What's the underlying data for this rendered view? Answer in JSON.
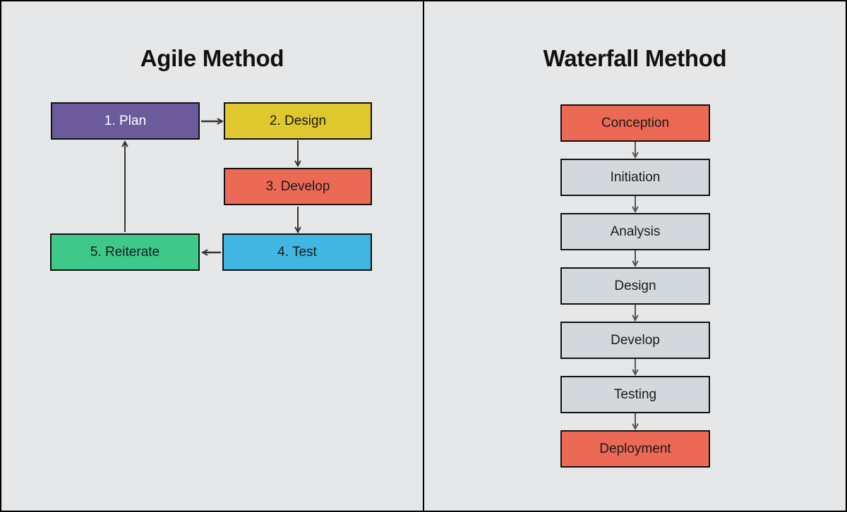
{
  "agile": {
    "title": "Agile Method",
    "nodes": [
      {
        "id": "plan",
        "label": "1. Plan",
        "bg": "#6B5B9D",
        "fg": "#FFFFFF"
      },
      {
        "id": "design",
        "label": "2. Design",
        "bg": "#DFC82D",
        "fg": "#1A1A1A"
      },
      {
        "id": "develop",
        "label": "3. Develop",
        "bg": "#EC6A55",
        "fg": "#1A1A1A"
      },
      {
        "id": "test",
        "label": "4. Test",
        "bg": "#41B6E3",
        "fg": "#1A1A1A"
      },
      {
        "id": "reiterate",
        "label": "5. Reiterate",
        "bg": "#3EC98A",
        "fg": "#1A1A1A"
      }
    ],
    "edges": [
      [
        "1. Plan",
        "2. Design"
      ],
      [
        "2. Design",
        "3. Develop"
      ],
      [
        "3. Develop",
        "4. Test"
      ],
      [
        "4. Test",
        "5. Reiterate"
      ],
      [
        "5. Reiterate",
        "1. Plan"
      ]
    ],
    "arrow_color": "#333333"
  },
  "waterfall": {
    "title": "Waterfall Method",
    "nodes": [
      {
        "id": "conception",
        "label": "Conception",
        "bg": "#EC6A55",
        "fg": "#1A1A1A"
      },
      {
        "id": "initiation",
        "label": "Initiation",
        "bg": "#D3D8DC",
        "fg": "#1A1A1A"
      },
      {
        "id": "analysis",
        "label": "Analysis",
        "bg": "#D3D8DC",
        "fg": "#1A1A1A"
      },
      {
        "id": "design",
        "label": "Design",
        "bg": "#D3D8DC",
        "fg": "#1A1A1A"
      },
      {
        "id": "develop",
        "label": "Develop",
        "bg": "#D3D8DC",
        "fg": "#1A1A1A"
      },
      {
        "id": "testing",
        "label": "Testing",
        "bg": "#D3D8DC",
        "fg": "#1A1A1A"
      },
      {
        "id": "deployment",
        "label": "Deployment",
        "bg": "#EC6A55",
        "fg": "#1A1A1A"
      }
    ],
    "edges": [
      [
        "Conception",
        "Initiation"
      ],
      [
        "Initiation",
        "Analysis"
      ],
      [
        "Analysis",
        "Design"
      ],
      [
        "Design",
        "Develop"
      ],
      [
        "Develop",
        "Testing"
      ],
      [
        "Testing",
        "Deployment"
      ]
    ],
    "arrow_color": "#555555"
  },
  "colors": {
    "canvas_background": "#E6E7E9",
    "outer_border": "#000000",
    "panel_divider": "#000000",
    "node_border": "#111111"
  }
}
